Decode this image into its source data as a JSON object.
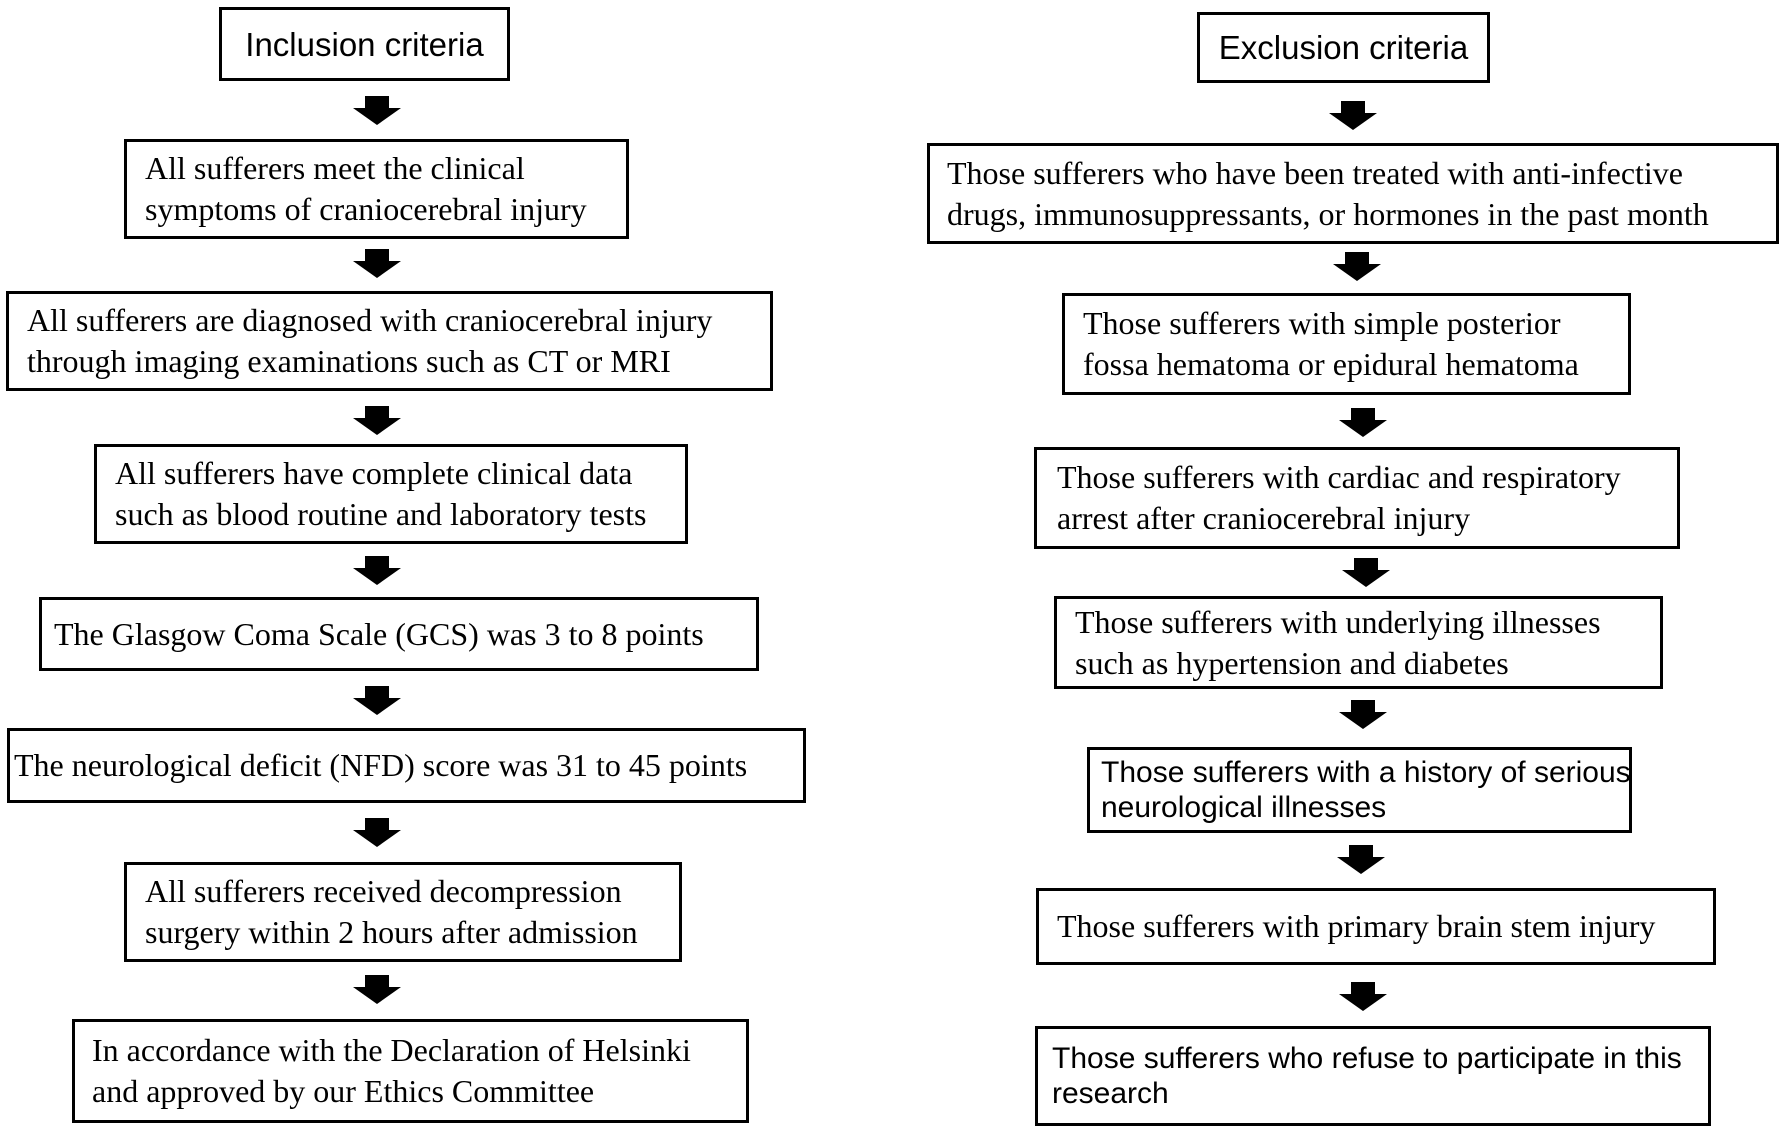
{
  "inclusion": {
    "title": "Inclusion criteria",
    "items": [
      "All sufferers meet the clinical\nsymptoms of craniocerebral injury",
      "All sufferers are diagnosed with craniocerebral injury\nthrough imaging examinations such as CT or MRI",
      "All sufferers have complete clinical data\nsuch as blood routine and laboratory tests",
      "The Glasgow Coma Scale (GCS) was 3 to 8 points",
      "The neurological deficit (NFD) score was 31 to 45 points",
      "All sufferers received decompression\nsurgery within 2 hours after admission",
      "In accordance with the Declaration of Helsinki\nand approved by our Ethics Committee"
    ]
  },
  "exclusion": {
    "title": "Exclusion criteria",
    "items": [
      "Those sufferers who have been treated with anti-infective\ndrugs, immunosuppressants, or hormones in the past month",
      "Those sufferers with simple posterior\nfossa hematoma or epidural hematoma",
      "Those sufferers with cardiac and respiratory\narrest after craniocerebral injury",
      "Those sufferers with underlying illnesses\nsuch as hypertension and diabetes",
      "Those sufferers with a history of serious\nneurological illnesses",
      "Those sufferers with primary brain stem injury",
      "Those sufferers who refuse to participate in this\nresearch"
    ]
  },
  "colors": {
    "stroke": "#000000",
    "background": "#ffffff"
  }
}
